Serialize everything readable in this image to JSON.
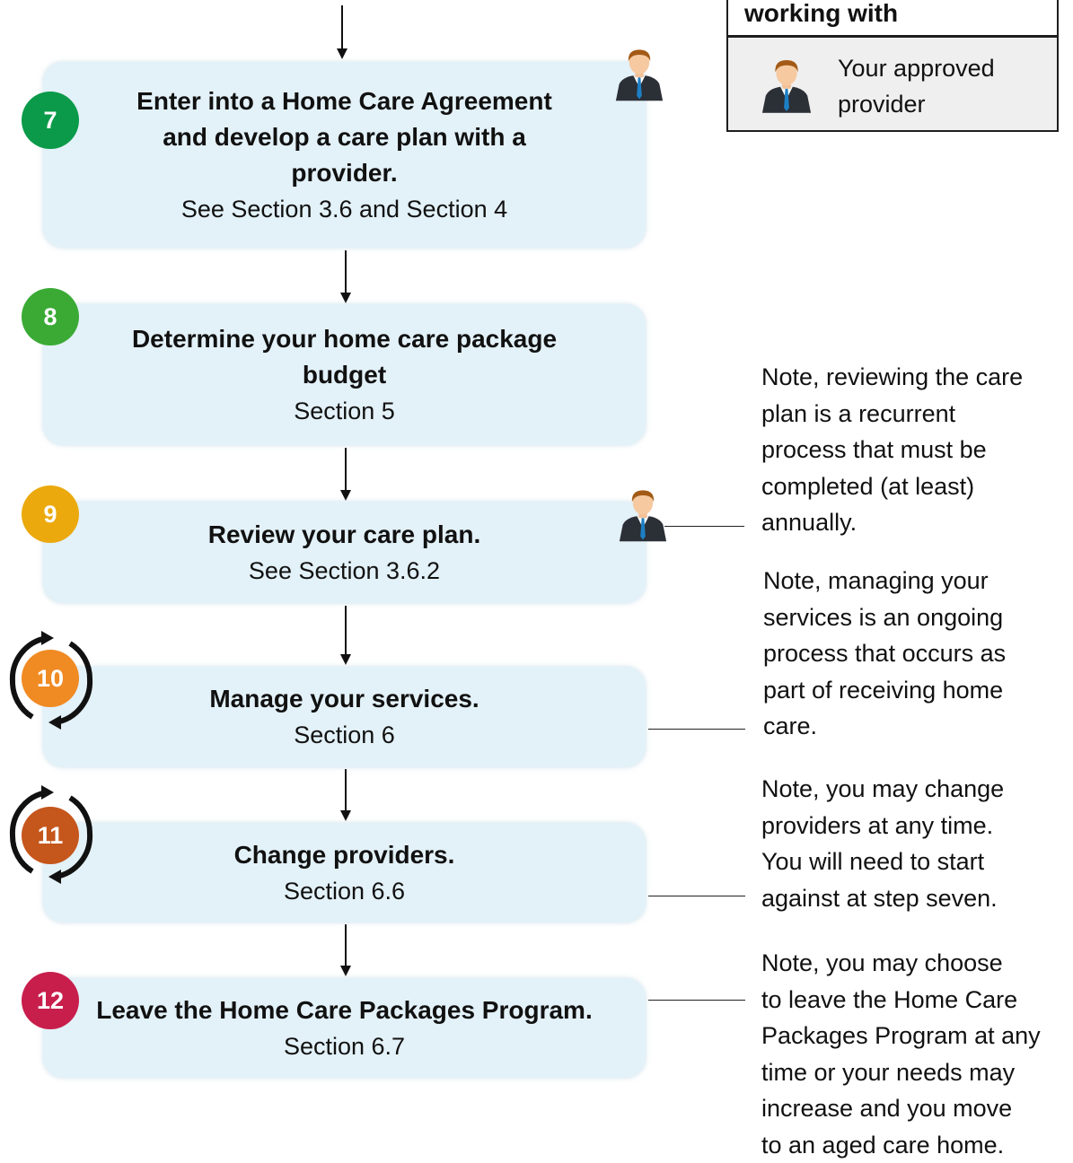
{
  "legend": {
    "title": "working with",
    "label_line1": "Your approved",
    "label_line2": "provider",
    "icon": "provider-person-icon"
  },
  "steps": [
    {
      "number": "7",
      "color": "#0a9a49",
      "title_lines": [
        "Enter into a Home Care Agreement",
        "and develop a care plan with a",
        "provider."
      ],
      "ref": "See Section 3.6 and Section 4"
    },
    {
      "number": "8",
      "color": "#3aaa35",
      "title_lines": [
        "Determine your home care package",
        "budget"
      ],
      "ref": "Section 5"
    },
    {
      "number": "9",
      "color": "#eba90d",
      "title_lines": [
        "Review your care plan."
      ],
      "ref": "See Section 3.6.2"
    },
    {
      "number": "10",
      "color": "#f08a22",
      "title_lines": [
        "Manage your services."
      ],
      "ref": "Section 6"
    },
    {
      "number": "11",
      "color": "#c5561c",
      "title_lines": [
        "Change providers."
      ],
      "ref": "Section 6.6"
    },
    {
      "number": "12",
      "color": "#c81e4c",
      "title_lines": [
        "Leave the Home Care Packages Program."
      ],
      "ref": "Section 6.7"
    }
  ],
  "notes": [
    {
      "lines": [
        "Note, reviewing the care",
        "plan is a recurrent",
        "process that must be",
        "completed (at least)",
        "annually."
      ]
    },
    {
      "lines": [
        "Note, managing your",
        "services is an ongoing",
        "process that occurs as",
        "part of receiving home",
        "care."
      ]
    },
    {
      "lines": [
        "Note, you may change",
        "providers at any time.",
        "You will need to start",
        "against at step seven."
      ]
    },
    {
      "lines": [
        "Note, you may choose",
        "to leave the Home Care",
        "Packages Program at any",
        "time or your needs may",
        "increase and you move",
        "to an aged care home."
      ]
    }
  ],
  "icons": {
    "provider_person": "provider-person-icon",
    "cycle": "cycle-arrows-icon",
    "down_arrow": "down-arrow-icon"
  }
}
